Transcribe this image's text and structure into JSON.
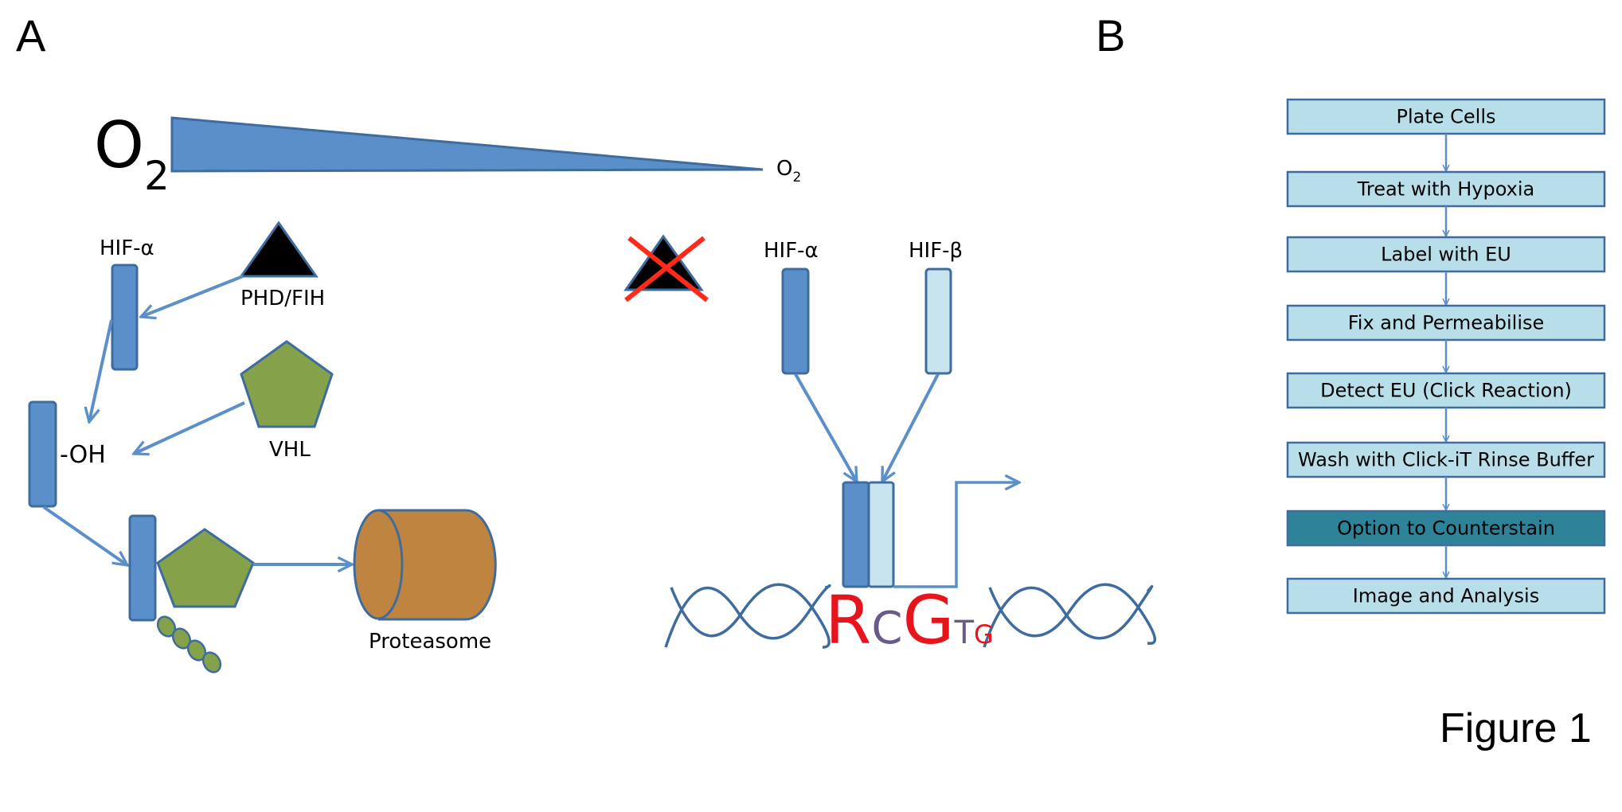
{
  "panel_a": {
    "label": "A",
    "o2_large": {
      "base": "O",
      "sub": "2"
    },
    "o2_small": {
      "base": "O",
      "sub": "2"
    },
    "normoxia": {
      "hif_alpha": "HIF-α",
      "phd_fih": "PHD/FIH",
      "hydroxyl": "-OH",
      "vhl": "VHL",
      "proteasome": "Proteasome"
    },
    "hypoxia": {
      "hif_alpha": "HIF-α",
      "hif_beta": "HIF-β",
      "hre_letters": [
        "R",
        "C",
        "G",
        "T",
        "G"
      ]
    }
  },
  "panel_b": {
    "label": "B",
    "steps": [
      "Plate Cells",
      "Treat with Hypoxia",
      "Label with EU",
      "Fix and Permeabilise",
      "Detect EU (Click Reaction)",
      "Wash with Click-iT Rinse Buffer",
      "Option to Counterstain",
      "Image and Analysis"
    ],
    "highlighted_step_index": 6
  },
  "figure_label": "Figure 1",
  "colors": {
    "hif_alpha": "#5b8fc9",
    "hif_beta": "#c6e3ee",
    "arrow": "#5b8fc9",
    "vhl": "#85a24a",
    "proteasome": "#bf843f",
    "cross": "#ff2a1a",
    "step_box": "#b8dfe9",
    "step_box_highlight": "#2e8399",
    "hre_red": "#e8141c",
    "hre_purple": "#6a5a8a"
  }
}
